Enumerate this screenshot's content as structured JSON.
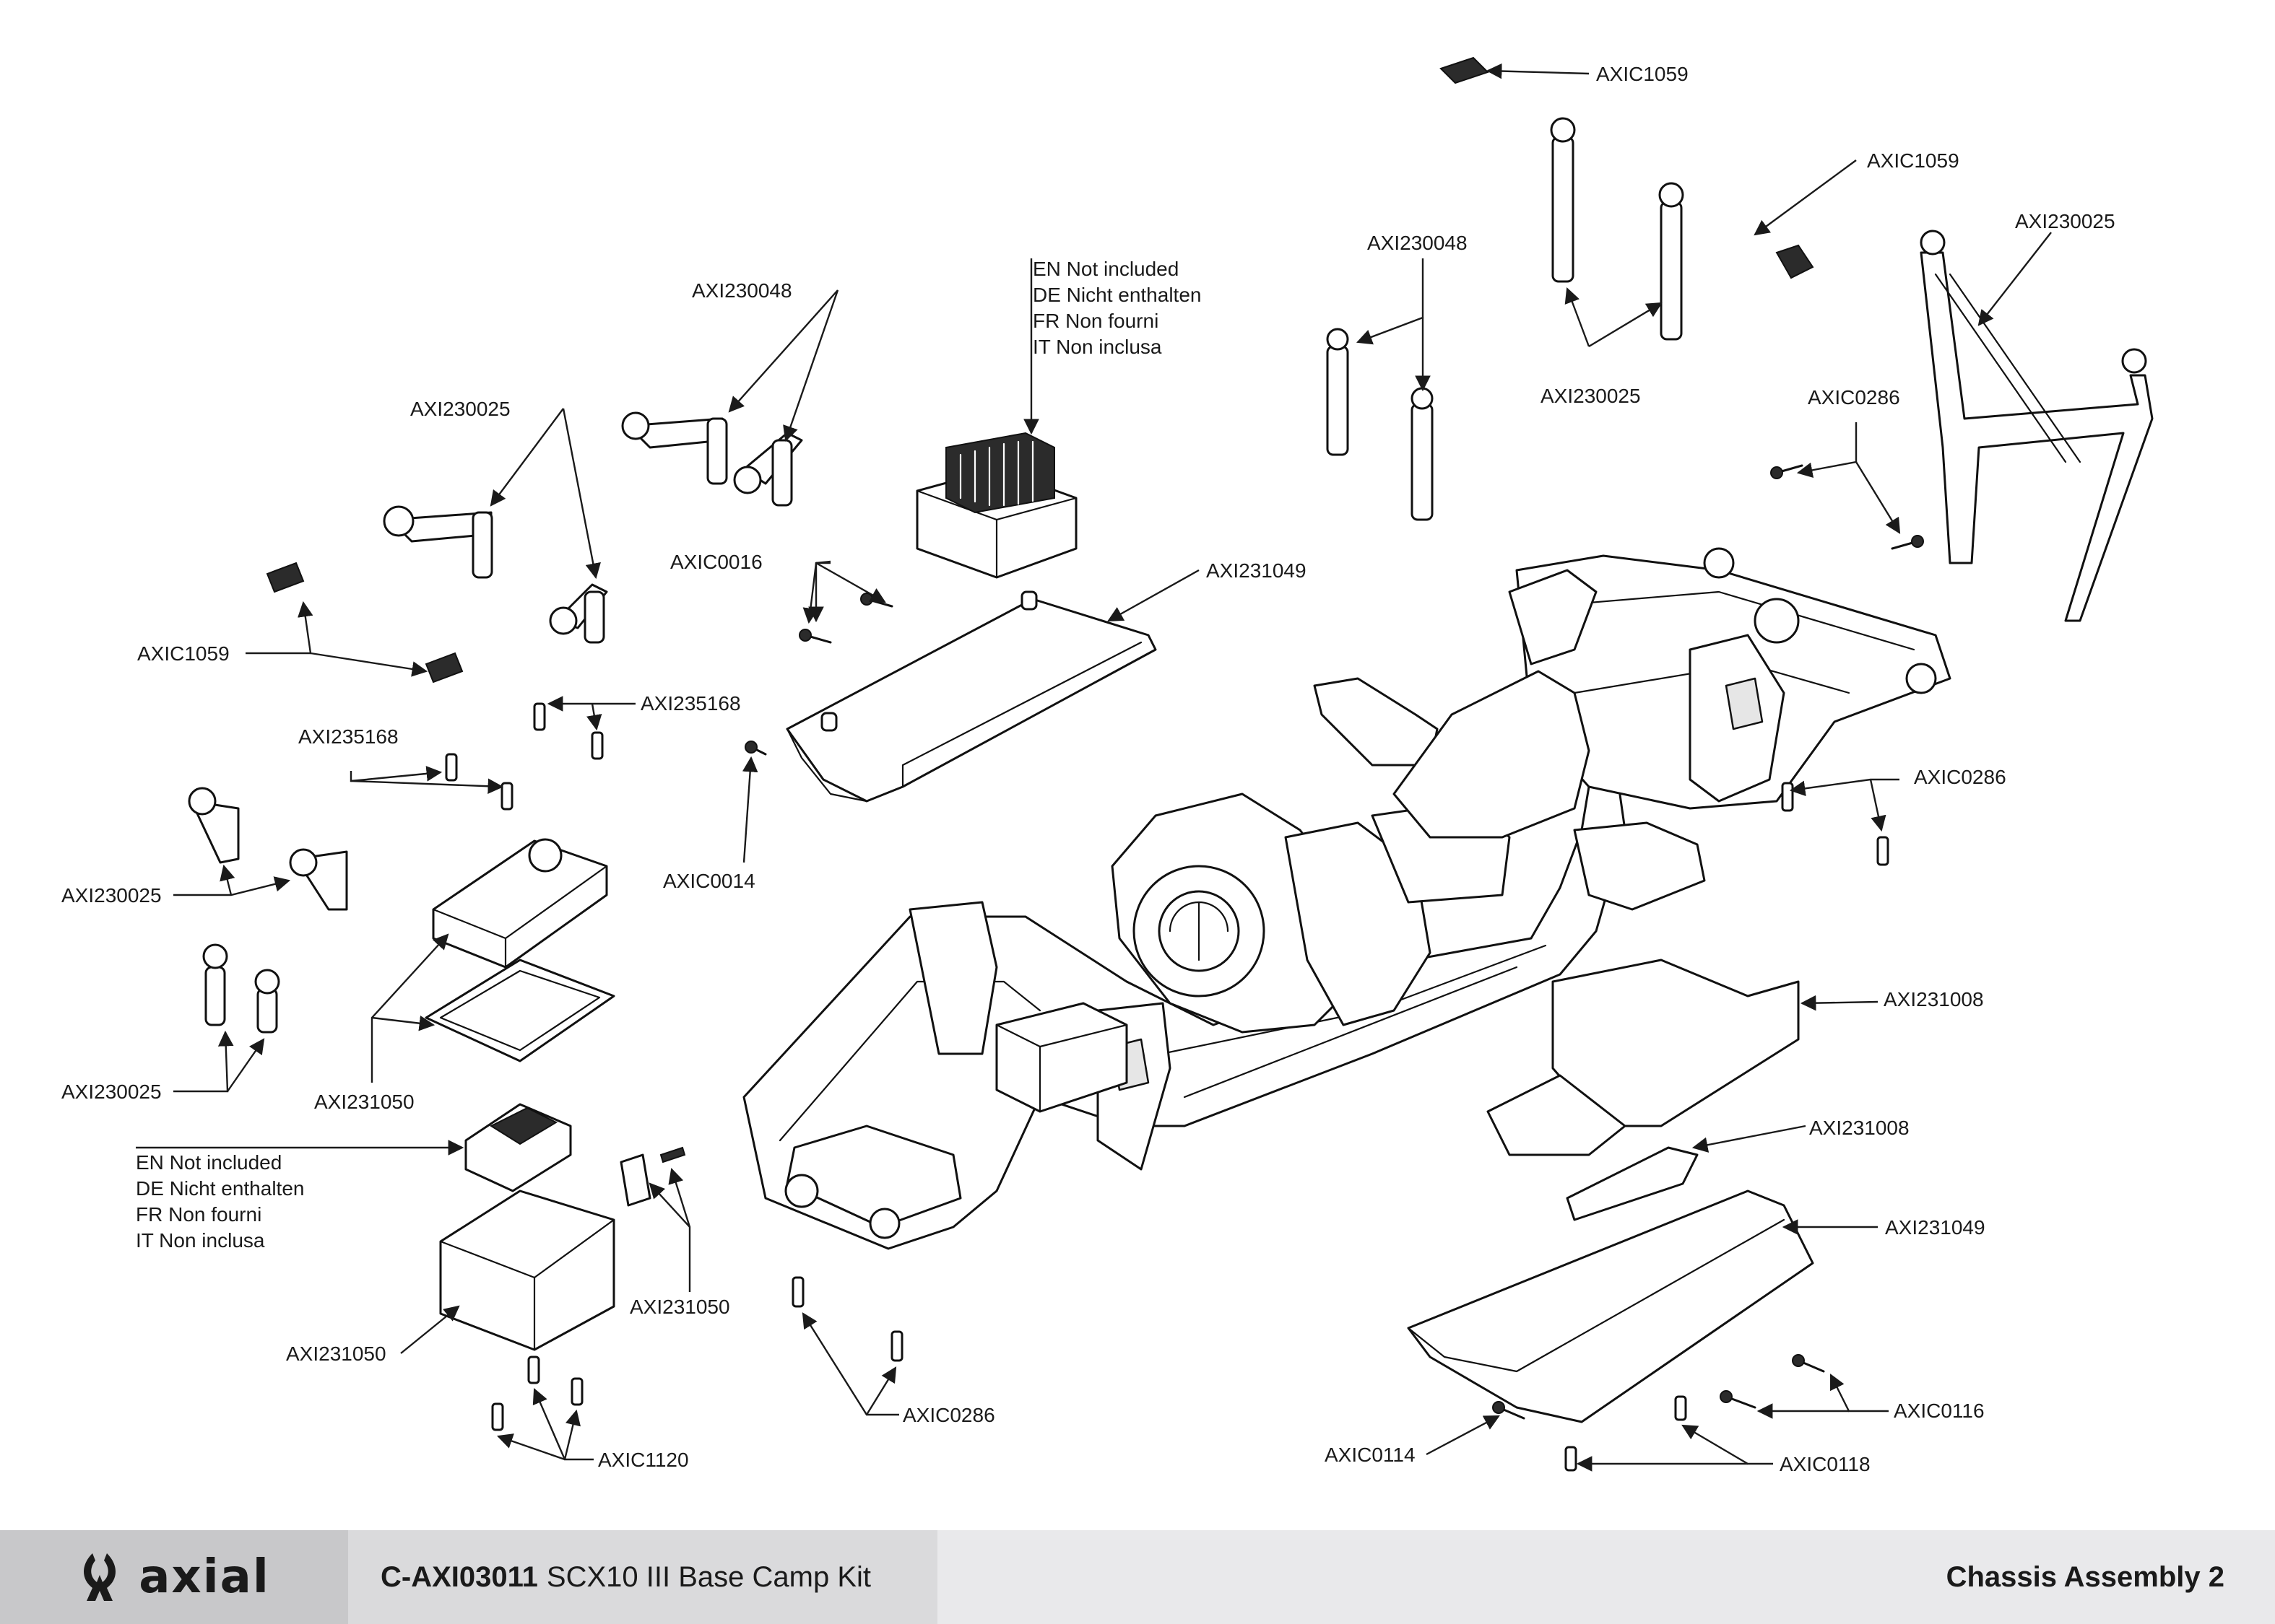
{
  "footer": {
    "brand": "axial",
    "kit_code": "C-AXI03011",
    "kit_name": "SCX10 III Base Camp Kit",
    "page_title": "Chassis Assembly 2"
  },
  "notes": {
    "not_included_top": [
      "EN Not included",
      "DE Nicht enthalten",
      "FR Non fourni",
      "IT Non inclusa"
    ],
    "not_included_left": [
      "EN Not included",
      "DE Nicht enthalten",
      "FR Non fourni",
      "IT Non inclusa"
    ]
  },
  "labels": {
    "axic1059_top": "AXIC1059",
    "axic1059_right": "AXIC1059",
    "axi230025_rollbar": "AXI230025",
    "axi230048_right": "AXI230048",
    "axi230025_posts_right": "AXI230025",
    "axic0286_top": "AXIC0286",
    "axi230048_left": "AXI230048",
    "axi230025_left_top": "AXI230025",
    "axic1059_left": "AXIC1059",
    "axic0016": "AXIC0016",
    "axi231049_top": "AXI231049",
    "axi235168_right": "AXI235168",
    "axi235168_left": "AXI235168",
    "axic0014": "AXIC0014",
    "axic0286_right": "AXIC0286",
    "axi230025_left_mid": "AXI230025",
    "axi230025_left_low": "AXI230025",
    "axi231050_lid": "AXI231050",
    "axi231008_upper": "AXI231008",
    "axi231008_lower": "AXI231008",
    "axi231049_bottom": "AXI231049",
    "axi231050_clip": "AXI231050",
    "axi231050_box": "AXI231050",
    "axic0286_bottom": "AXIC0286",
    "axic0116": "AXIC0116",
    "axic0114": "AXIC0114",
    "axic0118": "AXIC0118",
    "axic1120": "AXIC1120"
  }
}
